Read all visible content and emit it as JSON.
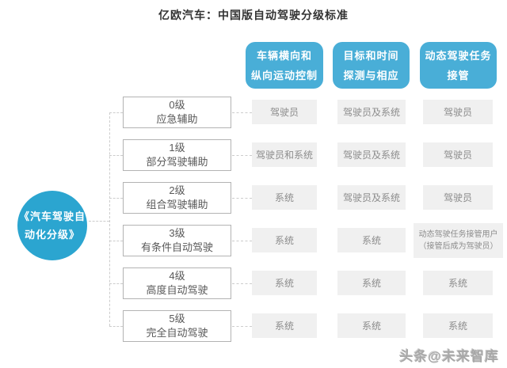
{
  "title": "亿欧汽车：中国版自动驾驶分级标准",
  "source_circle": {
    "full_text": "《汽车驾驶自动化分级》",
    "lines": [
      "《汽车驾驶自",
      "动化分级》"
    ]
  },
  "columns": [
    {
      "full_text": "车辆横向和纵向运动控制",
      "lines": [
        "车辆横向和",
        "纵向运动控制"
      ]
    },
    {
      "full_text": "目标和时间探测与相应",
      "lines": [
        "目标和时间",
        "探测与相应"
      ]
    },
    {
      "full_text": "动态驾驶任务接管",
      "lines": [
        "动态驾驶任务",
        "接管"
      ]
    }
  ],
  "rows": [
    {
      "level": "0级",
      "name": "应急辅助",
      "cells": [
        "驾驶员",
        "驾驶员及系统",
        "驾驶员"
      ]
    },
    {
      "level": "1级",
      "name": "部分驾驶辅助",
      "cells": [
        "驾驶员和系统",
        "驾驶员及系统",
        "驾驶员"
      ]
    },
    {
      "level": "2级",
      "name": "组合驾驶辅助",
      "cells": [
        "系统",
        "驾驶员及系统",
        "驾驶员"
      ]
    },
    {
      "level": "3级",
      "name": "有条件自动驾驶",
      "cells": [
        "系统",
        "系统",
        "动态驾驶任务接管用户\n（接管后成为驾驶员）"
      ]
    },
    {
      "level": "4级",
      "name": "高度自动驾驶",
      "cells": [
        "系统",
        "系统",
        "系统"
      ]
    },
    {
      "level": "5级",
      "name": "完全自动驾驶",
      "cells": [
        "系统",
        "系统",
        "系统"
      ]
    }
  ],
  "watermark": "头条@未来智库",
  "colors": {
    "accent_blue_circle": "#2ba5d0",
    "accent_blue_header": "#49aed7",
    "cell_background": "#f0f0f0",
    "cell_text": "#8c8c8c",
    "box_border": "#b3b3b3",
    "box_text": "#595959",
    "title_text": "#333333",
    "connector": "#cccccc"
  }
}
